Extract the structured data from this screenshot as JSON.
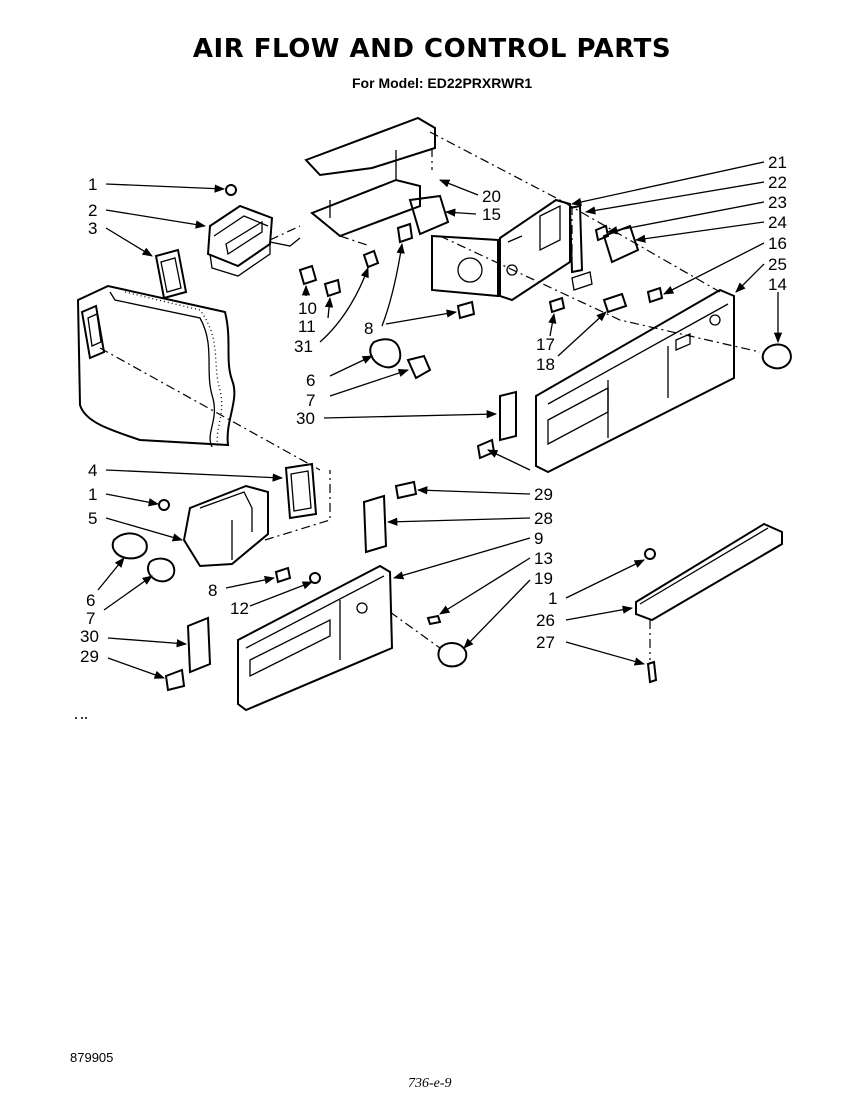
{
  "title": "AIR FLOW AND CONTROL PARTS",
  "subtitle": "For Model: ED22PRXRWR1",
  "footer_code": "879905",
  "handwritten_note": "736-e-9",
  "callouts": [
    "1",
    "2",
    "3",
    "10",
    "11",
    "31",
    "8",
    "6",
    "7",
    "30",
    "21",
    "22",
    "20",
    "15",
    "23",
    "24",
    "16",
    "25",
    "14",
    "17",
    "18",
    "4",
    "1",
    "5",
    "6",
    "7",
    "8",
    "12",
    "30",
    "29",
    "29",
    "28",
    "9",
    "13",
    "19",
    "1",
    "26",
    "27"
  ]
}
